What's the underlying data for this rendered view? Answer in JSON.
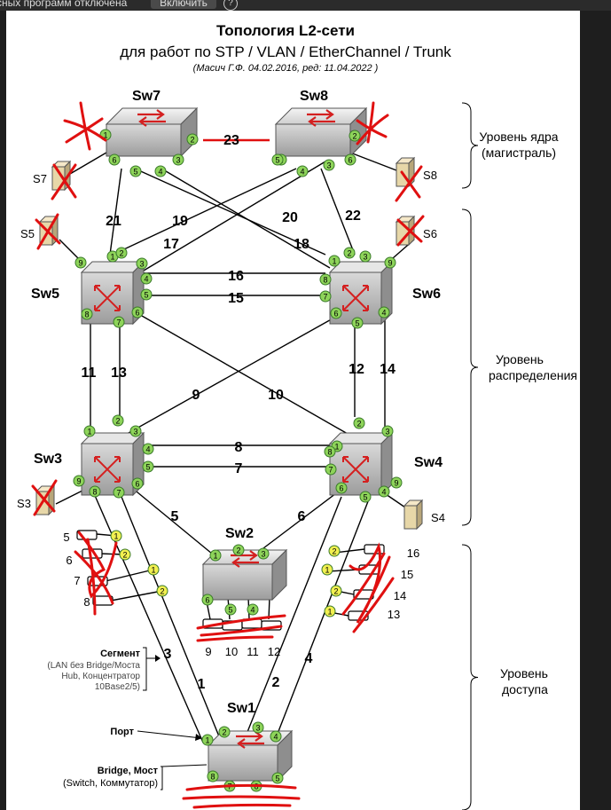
{
  "toolbar": {
    "message": "сных программ отключена",
    "enable_label": "Включить",
    "help_icon": "help-icon"
  },
  "diagram": {
    "title": "Топология L2-сети",
    "subtitle": "для работ по STP / VLAN / EtherChannel / Trunk",
    "author": "(Масич Г.Ф. 04.02.2016, ред: 11.04.2022 )",
    "levels": {
      "core": [
        "Уровень ядра",
        "(магистраль)"
      ],
      "distribution": [
        "Уровень",
        "распределения"
      ],
      "access": [
        "Уровень",
        "доступа"
      ]
    },
    "legend": {
      "segment_title": "Сегмент",
      "segment_lines": [
        "(LAN без Bridge/Моста",
        "Hub, Концентратор",
        "10Base2/5)"
      ],
      "port": "Порт",
      "bridge_title": "Bridge, Мост",
      "bridge_sub": "(Switch, Коммутатор)"
    },
    "switches": [
      {
        "id": "sw7",
        "label": "Sw7"
      },
      {
        "id": "sw8",
        "label": "Sw8"
      },
      {
        "id": "sw5",
        "label": "Sw5"
      },
      {
        "id": "sw6",
        "label": "Sw6"
      },
      {
        "id": "sw3",
        "label": "Sw3"
      },
      {
        "id": "sw4",
        "label": "Sw4"
      },
      {
        "id": "sw2",
        "label": "Sw2"
      },
      {
        "id": "sw1",
        "label": "Sw1"
      }
    ],
    "servers": [
      "S7",
      "S8",
      "S5",
      "S6",
      "S3",
      "S4"
    ],
    "links": [
      "23",
      "21",
      "19",
      "20",
      "22",
      "17",
      "18",
      "16",
      "15",
      "11",
      "13",
      "12",
      "14",
      "9",
      "10",
      "8",
      "7",
      "5",
      "6",
      "3",
      "1",
      "2",
      "4"
    ],
    "hub_left_labels": [
      "5",
      "6",
      "7",
      "8"
    ],
    "hub_right_labels": [
      "16",
      "15",
      "14",
      "13"
    ],
    "hub_bottom_labels": [
      "9",
      "10",
      "11",
      "12"
    ],
    "ports": {
      "sw7": [
        "1",
        "2",
        "3",
        "4",
        "5",
        "6"
      ],
      "sw8": [
        "1",
        "2",
        "3",
        "4",
        "5",
        "6"
      ],
      "sw5": [
        "1",
        "2",
        "3",
        "4",
        "5",
        "6",
        "7",
        "8",
        "9"
      ],
      "sw6": [
        "1",
        "2",
        "3",
        "4",
        "5",
        "6",
        "7",
        "8",
        "9"
      ],
      "sw3": [
        "1",
        "2",
        "3",
        "4",
        "5",
        "6",
        "7",
        "8",
        "9"
      ],
      "sw4": [
        "1",
        "2",
        "3",
        "4",
        "5",
        "6",
        "7",
        "8",
        "9"
      ],
      "sw2": [
        "1",
        "2",
        "3",
        "4",
        "5",
        "6"
      ],
      "sw1": [
        "1",
        "2",
        "3",
        "4",
        "5",
        "6",
        "7",
        "8"
      ],
      "hub_left": [
        "1",
        "2",
        "1",
        "2"
      ],
      "hub_right": [
        "2",
        "1",
        "2",
        "1"
      ]
    },
    "colors": {
      "link": "#000000",
      "link_23": "#e01010",
      "port_green": "#8ed45a",
      "port_yellow": "#f2f050",
      "cross_red": "#e01010",
      "switch_arrow": "#d42020"
    }
  }
}
